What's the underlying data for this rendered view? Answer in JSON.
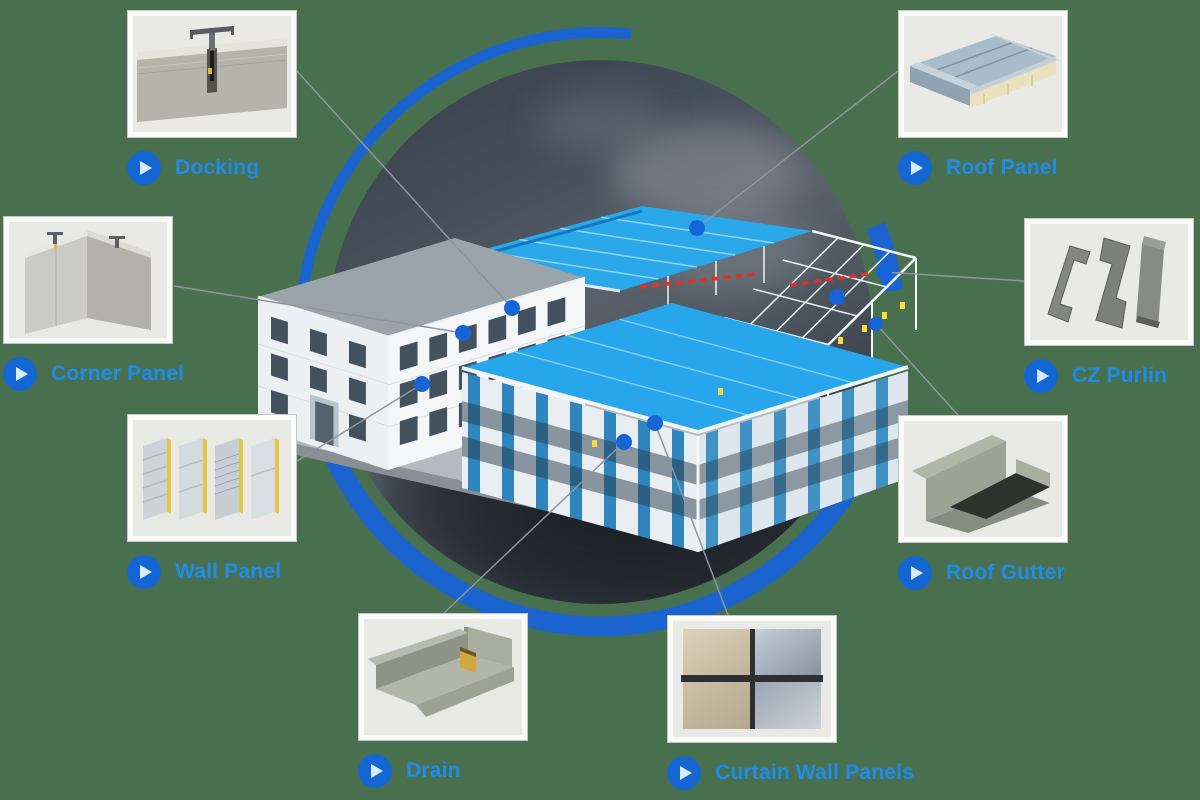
{
  "diagram": {
    "subject": "steel-structure-building-components",
    "colors": {
      "background_green": "#48704e",
      "accent_blue_arc": "#1b64d0",
      "hotspot_dot_blue": "#1565d8",
      "play_button_blue": "#1467d2",
      "label_text_blue": "#1f8ceb",
      "connector_gray": "#8e959d",
      "building_roof_blue": "#2aa7ea"
    }
  },
  "components": [
    {
      "id": "docking",
      "label": "Docking",
      "icon": "play-icon"
    },
    {
      "id": "roof-panel",
      "label": "Roof Panel",
      "icon": "play-icon"
    },
    {
      "id": "corner-panel",
      "label": "Corner Panel",
      "icon": "play-icon"
    },
    {
      "id": "cz-purlin",
      "label": "CZ Purlin",
      "icon": "play-icon"
    },
    {
      "id": "wall-panel",
      "label": "Wall Panel",
      "icon": "play-icon"
    },
    {
      "id": "roof-gutter",
      "label": "Roof Gutter",
      "icon": "play-icon"
    },
    {
      "id": "drain",
      "label": "Drain",
      "icon": "play-icon"
    },
    {
      "id": "curtain-wall-panels",
      "label": "Curtain Wall Panels",
      "icon": "play-icon"
    }
  ]
}
